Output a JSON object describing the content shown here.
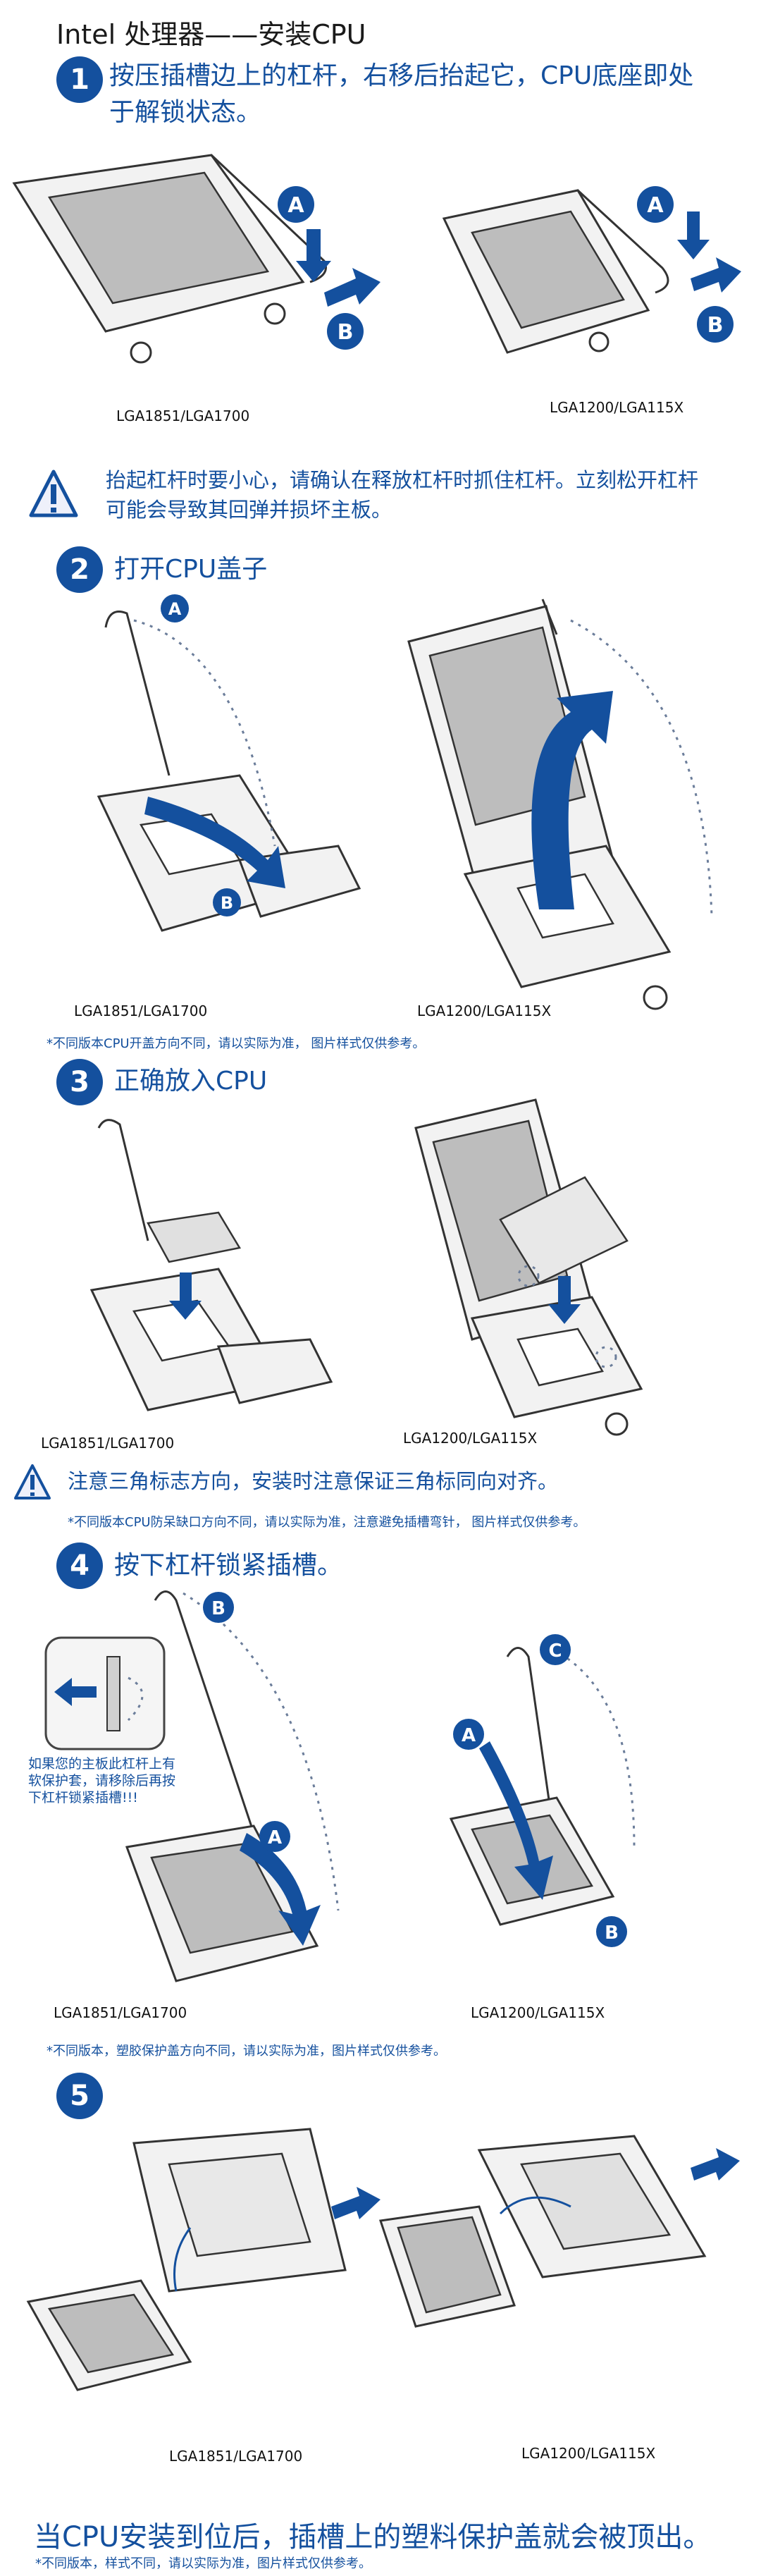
{
  "page_title": "Intel 处理器——安装CPU",
  "steps": [
    {
      "num": "1",
      "lines": [
        "按压插槽边上的杠杆，右移后抬起它，CPU底座即处",
        "于解锁状态。"
      ]
    },
    {
      "num": "2",
      "lines": [
        "打开CPU盖子"
      ]
    },
    {
      "num": "3",
      "lines": [
        "正确放入CPU"
      ]
    },
    {
      "num": "4",
      "lines": [
        "按下杠杆锁紧插槽。"
      ]
    },
    {
      "num": "5",
      "lines": []
    }
  ],
  "captions": {
    "left": "LGA1851/LGA1700",
    "right": "LGA1200/LGA115X"
  },
  "warnings": {
    "lever": [
      "抬起杠杆时要小心，请确认在释放杠杆时抓住杠杆。立刻松开杠杆",
      "可能会导致其回弹并损坏主板。"
    ],
    "triangle": "注意三角标志方向，安装时注意保证三角标同向对齐。"
  },
  "notes": {
    "step2": "*不同版本CPU开盖方向不同，请以实际为准， 图片样式仅供参考。",
    "step3": "*不同版本CPU防呆缺口方向不同，请以实际为准，注意避免插槽弯针， 图片样式仅供参考。",
    "step4": "*不同版本，塑胶保护盖方向不同，请以实际为准，图片样式仅供参考。",
    "bottom": "*不同版本，样式不同，请以实际为准，图片样式仅供参考。"
  },
  "step4_inset": [
    "如果您的主板此杠杆上有",
    "软保护套，请移除后再按",
    "下杠杆锁紧插槽!!!"
  ],
  "bottom_text": "当CPU安装到位后，插槽上的塑料保护盖就会被顶出。",
  "callouts": {
    "a": "A",
    "b": "B",
    "c": "C"
  },
  "colors": {
    "accent": "#14509e",
    "text": "#1a1a1a"
  },
  "icons": {
    "warning": "warning-triangle-icon"
  }
}
